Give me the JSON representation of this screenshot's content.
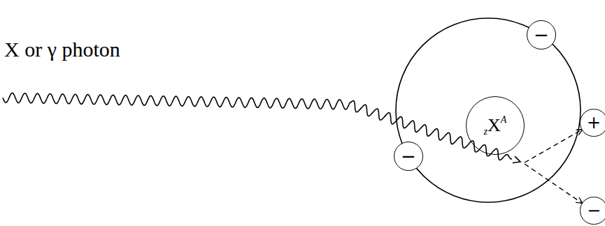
{
  "diagram": {
    "nodes": [
      {
        "text": [
          "−"
        ]
      },
      {
        "text": [
          "z",
          "X",
          "A"
        ]
      },
      {
        "text": [
          "−"
        ]
      },
      {
        "text": [
          "+"
        ]
      },
      {
        "text": [
          "−"
        ]
      }
    ],
    "labels": [
      "X or γ photon"
    ]
  }
}
